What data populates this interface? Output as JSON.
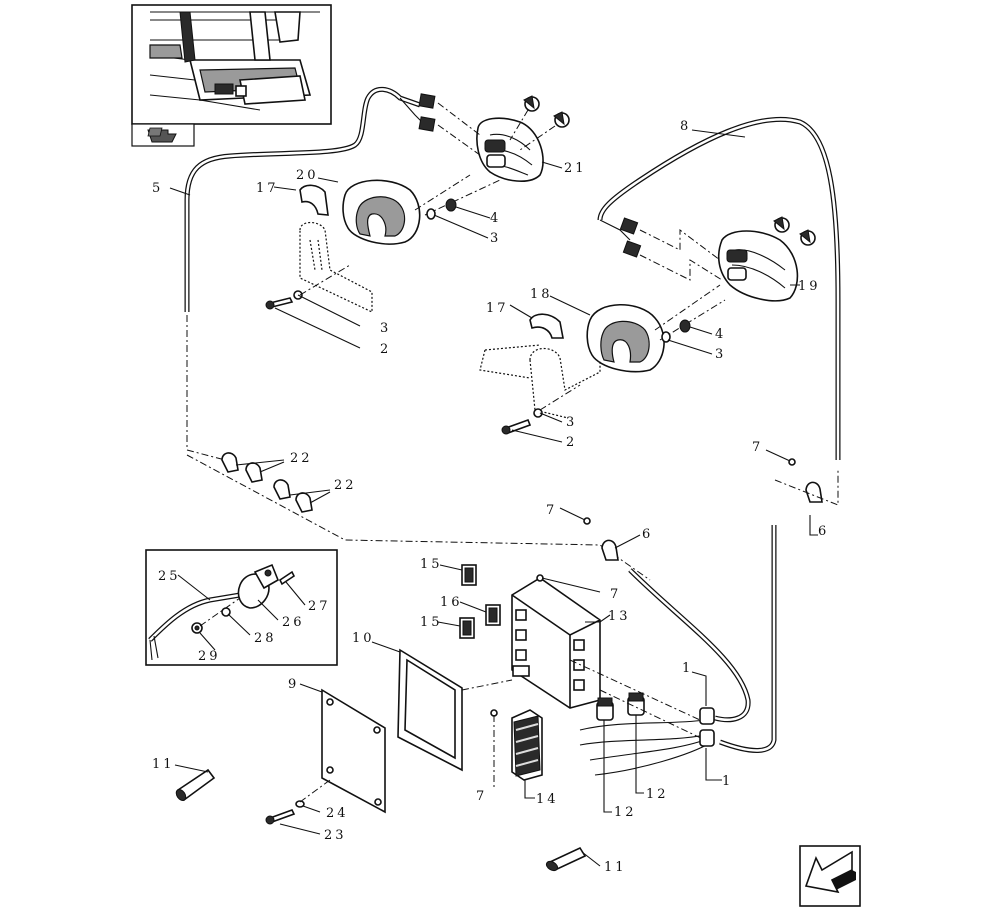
{
  "diagram": {
    "callouts": {
      "c1a": "1",
      "c1b": "1",
      "c2a": "2",
      "c2b": "2",
      "c3a": "3",
      "c3b": "3",
      "c3c": "3",
      "c3d": "3",
      "c4a": "4",
      "c4b": "4",
      "c5": "5",
      "c6a": "6",
      "c6b": "6",
      "c7a": "7",
      "c7b": "7",
      "c7c": "7",
      "c7d": "7",
      "c8": "8",
      "c9": "9",
      "c10": "10",
      "c11a": "11",
      "c11b": "11",
      "c12a": "12",
      "c12b": "12",
      "c13": "13",
      "c14": "14",
      "c15a": "15",
      "c15b": "15",
      "c16": "16",
      "c17a": "17",
      "c17b": "17",
      "c18": "18",
      "c19": "19",
      "c20": "20",
      "c21": "21",
      "c22a": "22",
      "c22b": "22",
      "c23": "23",
      "c24": "24",
      "c25": "25",
      "c26": "26",
      "c27": "27",
      "c28": "28",
      "c29": "29"
    }
  }
}
